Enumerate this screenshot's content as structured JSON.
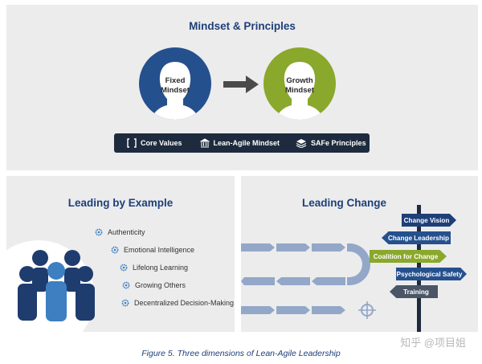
{
  "mindset": {
    "title": "Mindset & Principles",
    "fixed_label_1": "Fixed",
    "fixed_label_2": "Mindset",
    "growth_label_1": "Growth",
    "growth_label_2": "Mindset",
    "fixed_color": "#25508e",
    "growth_color": "#8aa82b",
    "core_items": [
      {
        "label": "Core Values",
        "icon": "bracket-icon"
      },
      {
        "label": "Lean-Agile Mindset",
        "icon": "house-icon"
      },
      {
        "label": "SAFe Principles",
        "icon": "stack-icon"
      }
    ]
  },
  "leading_by_example": {
    "title": "Leading by Example",
    "items": [
      "Authenticity",
      "Emotional Intelligence",
      "Lifelong Learning",
      "Growing Others",
      "Decentralized Decision-Making"
    ]
  },
  "leading_change": {
    "title": "Leading Change",
    "signs": [
      {
        "label": "Change Vision",
        "color": "#1e3f78"
      },
      {
        "label": "Change Leadership",
        "color": "#25508e"
      },
      {
        "label": "Coalition for Change",
        "color": "#8aa82b"
      },
      {
        "label": "Psychological Safety",
        "color": "#25508e"
      },
      {
        "label": "Training",
        "color": "#4a5566"
      }
    ]
  },
  "caption": "Figure 5. Three dimensions of Lean-Agile Leadership",
  "watermark": "知乎 @项目姐"
}
